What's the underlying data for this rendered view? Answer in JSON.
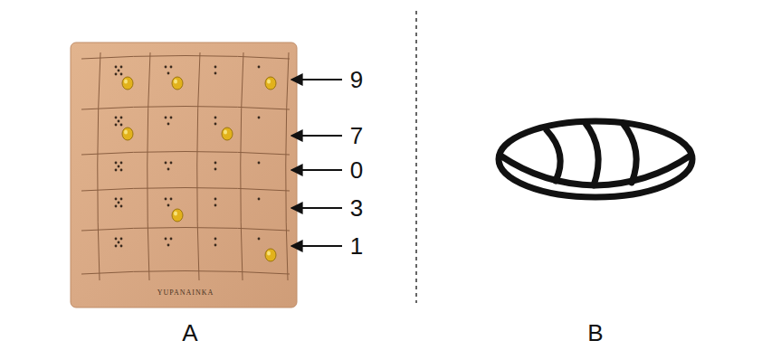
{
  "diagram": {
    "labels": [
      "9",
      "7",
      "0",
      "3",
      "1",
      "YUPANAINKA",
      "A",
      "B"
    ]
  }
}
